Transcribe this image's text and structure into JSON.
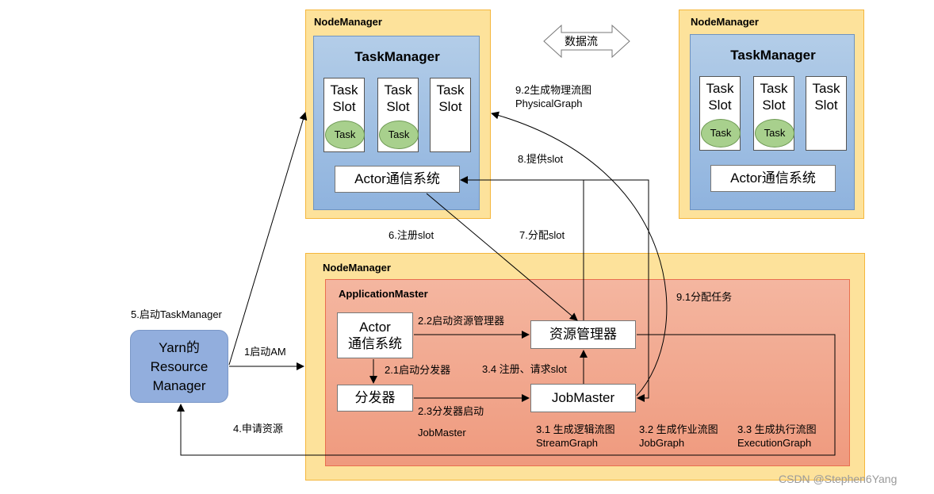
{
  "node_manager_label": "NodeManager",
  "task_manager_label": "TaskManager",
  "task_slot_label": [
    "Task",
    "Slot"
  ],
  "task_label": "Task",
  "actor_system_label": "Actor通信系统",
  "data_flow_label": "数据流",
  "application_master_label": "ApplicationMaster",
  "actor_box": {
    "line1": "Actor",
    "line2": "通信系统"
  },
  "resource_manager_box": "资源管理器",
  "dispatcher_box": "分发器",
  "jobmaster_box": "JobMaster",
  "yarn_rm": {
    "line1": "Yarn的",
    "line2": "Resource",
    "line3": "Manager"
  },
  "steps": {
    "s1": "1启动AM",
    "s21": "2.1启动分发器",
    "s22": "2.2启动资源管理器",
    "s23a": "2.3分发器启动",
    "s23b": "JobMaster",
    "s31a": "3.1 生成逻辑流图",
    "s31b": "StreamGraph",
    "s32a": "3.2 生成作业流图",
    "s32b": "JobGraph",
    "s33a": "3.3 生成执行流图",
    "s33b": "ExecutionGraph",
    "s34": "3.4 注册、请求slot",
    "s4": "4.申请资源",
    "s5": "5.启动TaskManager",
    "s6": "6.注册slot",
    "s7": "7.分配slot",
    "s8": "8.提供slot",
    "s91": "9.1分配任务",
    "s92a": "9.2生成物理流图",
    "s92b": "PhysicalGraph"
  },
  "watermark": "CSDN @Stephen6Yang"
}
